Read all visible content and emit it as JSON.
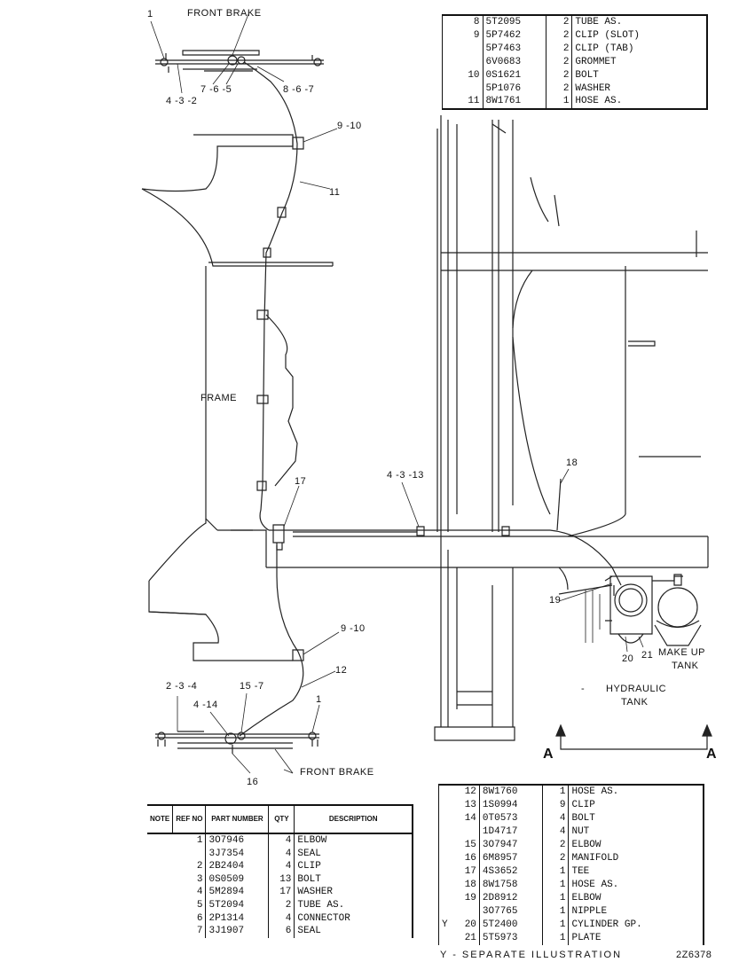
{
  "labels": {
    "front_brake_top": "FRONT BRAKE",
    "front_brake_bottom": "FRONT BRAKE",
    "frame": "FRAME",
    "make_up_tank": "MAKE UP",
    "make_up_tank_2": "TANK",
    "hydraulic_tank": "HYDRAULIC",
    "hydraulic_tank_2": "TANK",
    "section_a_left": "A",
    "section_a_right": "A",
    "hydraulic_dash": "-"
  },
  "callouts": {
    "c1_top": "1",
    "c432": "4 -3 -2",
    "c765": "7 -6 -5",
    "c867": "8 -6 -7",
    "c910_top": "9 -10",
    "c11": "11",
    "c17": "17",
    "c4313": "4 -3 -13",
    "c18": "18",
    "c19": "19",
    "c20": "20",
    "c21": "21",
    "c910_bot": "9 -10",
    "c12": "12",
    "c234": "2 -3 -4",
    "c157": "15 -7",
    "c414": "4 -14",
    "c1_bot": "1",
    "c16": "16"
  },
  "parts_table_headers": {
    "note": "NOTE",
    "ref_no": "REF NO",
    "part_number": "PART NUMBER",
    "qty": "QTY",
    "description": "DESCRIPTION"
  },
  "parts_top": [
    {
      "note": "",
      "ref": "8",
      "pn": "5T2095",
      "qty": "2",
      "desc": "TUBE AS."
    },
    {
      "note": "",
      "ref": "9",
      "pn": "5P7462",
      "qty": "2",
      "desc": "CLIP (SLOT)"
    },
    {
      "note": "",
      "ref": "",
      "pn": "5P7463",
      "qty": "2",
      "desc": "CLIP (TAB)"
    },
    {
      "note": "",
      "ref": "",
      "pn": "6V0683",
      "qty": "2",
      "desc": "GROMMET"
    },
    {
      "note": "",
      "ref": "10",
      "pn": "0S1621",
      "qty": "2",
      "desc": "BOLT"
    },
    {
      "note": "",
      "ref": "",
      "pn": "5P1076",
      "qty": "2",
      "desc": "WASHER"
    },
    {
      "note": "",
      "ref": "11",
      "pn": "8W1761",
      "qty": "1",
      "desc": "HOSE AS."
    }
  ],
  "parts_bottom_left": [
    {
      "note": "",
      "ref": "1",
      "pn": "3O7946",
      "qty": "4",
      "desc": "ELBOW"
    },
    {
      "note": "",
      "ref": "",
      "pn": "3J7354",
      "qty": "4",
      "desc": "SEAL"
    },
    {
      "note": "",
      "ref": "2",
      "pn": "2B2404",
      "qty": "4",
      "desc": "CLIP"
    },
    {
      "note": "",
      "ref": "3",
      "pn": "0S0509",
      "qty": "13",
      "desc": "BOLT"
    },
    {
      "note": "",
      "ref": "4",
      "pn": "5M2894",
      "qty": "17",
      "desc": "WASHER"
    },
    {
      "note": "",
      "ref": "5",
      "pn": "5T2094",
      "qty": "2",
      "desc": "TUBE AS."
    },
    {
      "note": "",
      "ref": "6",
      "pn": "2P1314",
      "qty": "4",
      "desc": "CONNECTOR"
    },
    {
      "note": "",
      "ref": "7",
      "pn": "3J1907",
      "qty": "6",
      "desc": "SEAL"
    }
  ],
  "parts_bottom_right": [
    {
      "note": "",
      "ref": "12",
      "pn": "8W1760",
      "qty": "1",
      "desc": "HOSE AS."
    },
    {
      "note": "",
      "ref": "13",
      "pn": "1S0994",
      "qty": "9",
      "desc": "CLIP"
    },
    {
      "note": "",
      "ref": "14",
      "pn": "0T0573",
      "qty": "4",
      "desc": "BOLT"
    },
    {
      "note": "",
      "ref": "",
      "pn": "1D4717",
      "qty": "4",
      "desc": "NUT"
    },
    {
      "note": "",
      "ref": "15",
      "pn": "3O7947",
      "qty": "2",
      "desc": "ELBOW"
    },
    {
      "note": "",
      "ref": "16",
      "pn": "6M8957",
      "qty": "2",
      "desc": "MANIFOLD"
    },
    {
      "note": "",
      "ref": "17",
      "pn": "4S3652",
      "qty": "1",
      "desc": "TEE"
    },
    {
      "note": "",
      "ref": "18",
      "pn": "8W1758",
      "qty": "1",
      "desc": "HOSE AS."
    },
    {
      "note": "",
      "ref": "19",
      "pn": "2D8912",
      "qty": "1",
      "desc": "ELBOW"
    },
    {
      "note": "",
      "ref": "",
      "pn": "3O7765",
      "qty": "1",
      "desc": "NIPPLE"
    },
    {
      "note": "Y",
      "ref": "20",
      "pn": "5T2400",
      "qty": "1",
      "desc": "CYLINDER GP."
    },
    {
      "note": "",
      "ref": "21",
      "pn": "5T5973",
      "qty": "1",
      "desc": "PLATE"
    }
  ],
  "footnote": "Y - SEPARATE ILLUSTRATION",
  "drawing_number": "2Z6378"
}
